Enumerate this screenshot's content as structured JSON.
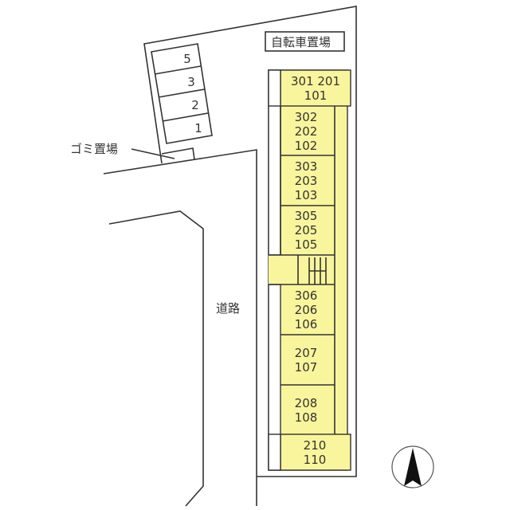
{
  "labels": {
    "bicycle_parking": "自転車置場",
    "garbage_area": "ゴミ置場",
    "road": "道路"
  },
  "parking_spaces": [
    "5",
    "3",
    "2",
    "1"
  ],
  "units": [
    [
      "301 201",
      "101"
    ],
    [
      "302",
      "202",
      "102"
    ],
    [
      "303",
      "203",
      "103"
    ],
    [
      "305",
      "205",
      "105"
    ],
    [
      "306",
      "206",
      "106"
    ],
    [
      "207",
      "107"
    ],
    [
      "208",
      "108"
    ],
    [
      "210",
      "110"
    ]
  ],
  "colors": {
    "unit_fill": "#f9f59c",
    "line": "#333333"
  },
  "icons": {
    "north_arrow": "north-arrow-icon"
  }
}
